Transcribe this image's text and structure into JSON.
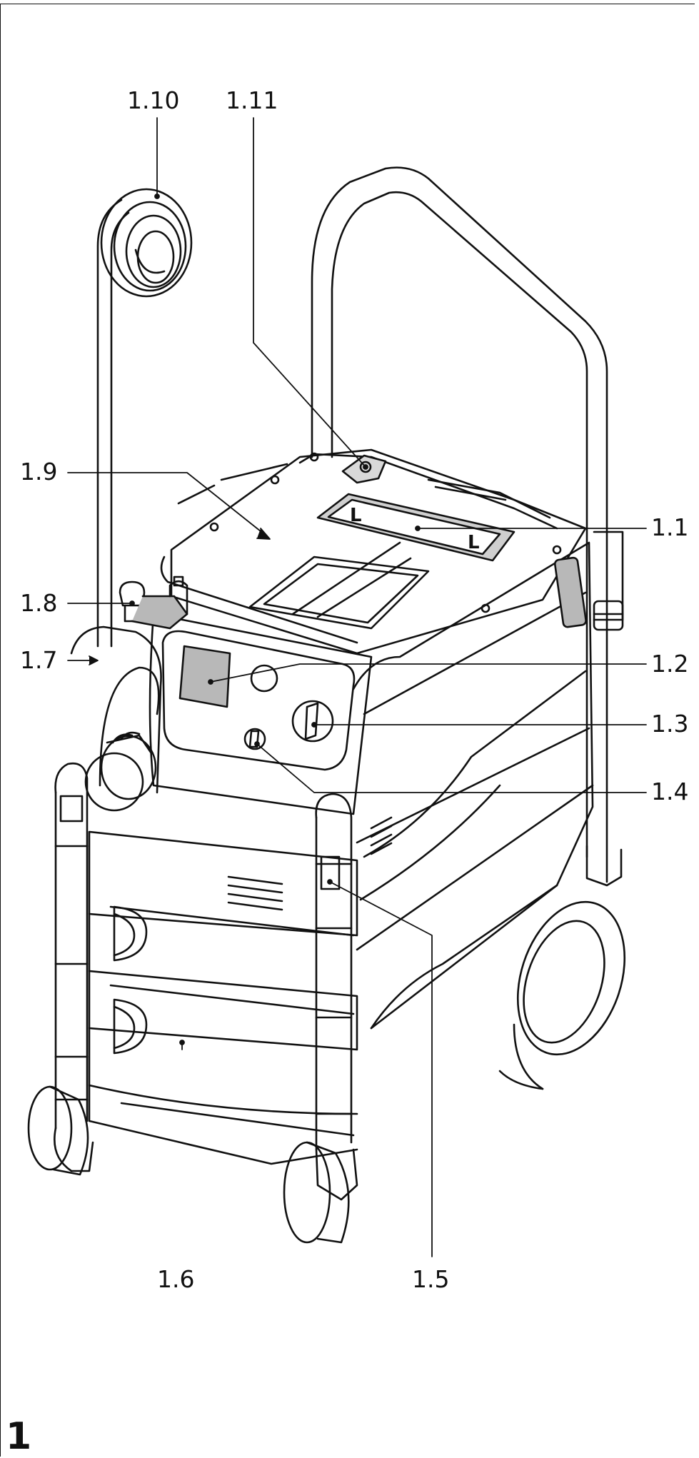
{
  "figure": {
    "number": "1"
  },
  "callouts": [
    {
      "id": "c-1-10",
      "label": "1.10"
    },
    {
      "id": "c-1-11",
      "label": "1.11"
    },
    {
      "id": "c-1-9",
      "label": "1.9"
    },
    {
      "id": "c-1-1",
      "label": "1.1"
    },
    {
      "id": "c-1-8",
      "label": "1.8"
    },
    {
      "id": "c-1-7",
      "label": "1.7"
    },
    {
      "id": "c-1-2",
      "label": "1.2"
    },
    {
      "id": "c-1-3",
      "label": "1.3"
    },
    {
      "id": "c-1-4",
      "label": "1.4"
    },
    {
      "id": "c-1-6",
      "label": "1.6"
    },
    {
      "id": "c-1-5",
      "label": "1.5"
    }
  ],
  "colors": {
    "ink": "#111111",
    "panel_fill": "#b8b8b8",
    "background": "#ffffff"
  },
  "icons": {
    "main_subject": "mobile-dust-extractor-illustration"
  }
}
